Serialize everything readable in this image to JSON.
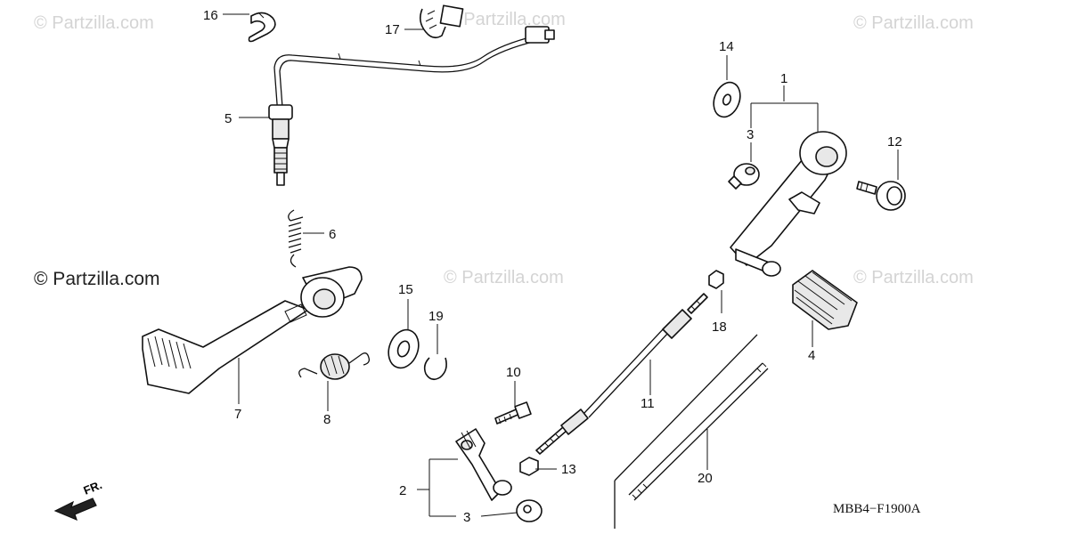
{
  "watermarks": [
    "© Partzilla.com",
    "© Partzilla.com",
    "© Partzilla.com",
    "© Partzilla.com",
    "© Partzilla.com",
    "© Partzilla.com"
  ],
  "side_watermark": "© Partzilla.com",
  "diagram_code": "MBB4−F1900A",
  "direction_label": "FR.",
  "callouts": {
    "c1": "1",
    "c2": "2",
    "c3a": "3",
    "c3b": "3",
    "c4": "4",
    "c5": "5",
    "c6": "6",
    "c7": "7",
    "c8": "8",
    "c10": "10",
    "c11": "11",
    "c12": "12",
    "c13": "13",
    "c14": "14",
    "c15": "15",
    "c16": "16",
    "c17": "17",
    "c18": "18",
    "c19": "19",
    "c20": "20"
  }
}
